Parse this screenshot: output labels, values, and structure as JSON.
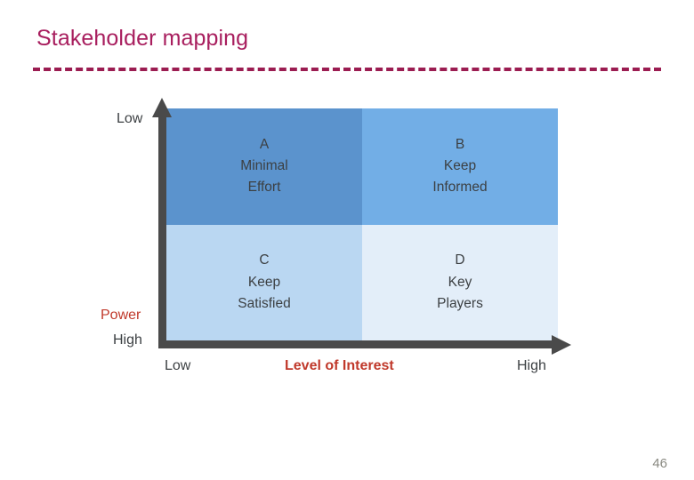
{
  "slide": {
    "title": "Stakeholder mapping",
    "page_number": "46",
    "title_color": "#A81E5E",
    "rule_color": "#9B1C51"
  },
  "chart_data": {
    "type": "table",
    "title": "Stakeholder mapping",
    "xlabel": "Level of Interest",
    "ylabel": "Power",
    "x_ticks": [
      "Low",
      "High"
    ],
    "y_ticks": [
      "Low",
      "High"
    ],
    "grid": false,
    "legend": "none",
    "note": "2x2 power/interest stakeholder matrix; y-axis is inverted (Low power at top, High power at bottom)",
    "categories": [
      "Low Interest",
      "High Interest"
    ],
    "rows": [
      "Low Power",
      "High Power"
    ],
    "quadrants": [
      {
        "id": "A",
        "letter": "A",
        "line1": "Minimal",
        "line2": "Effort",
        "row": "Low Power",
        "column": "Low Interest",
        "color": "#5B93CD"
      },
      {
        "id": "B",
        "letter": "B",
        "line1": "Keep",
        "line2": "Informed",
        "row": "Low Power",
        "column": "High Interest",
        "color": "#72AEE6"
      },
      {
        "id": "C",
        "letter": "C",
        "line1": "Keep",
        "line2": "Satisfied",
        "row": "High Power",
        "column": "Low Interest",
        "color": "#BAD7F2"
      },
      {
        "id": "D",
        "letter": "D",
        "line1": "Key",
        "line2": "Players",
        "row": "High Power",
        "column": "High Interest",
        "color": "#E3EEF9"
      }
    ]
  },
  "axes": {
    "y": {
      "name": "Power",
      "name_color": "#C0392B",
      "top_tick": "Low",
      "bottom_tick": "High"
    },
    "x": {
      "name": "Level of Interest",
      "name_color": "#C0392B",
      "left_tick": "Low",
      "right_tick": "High"
    }
  }
}
